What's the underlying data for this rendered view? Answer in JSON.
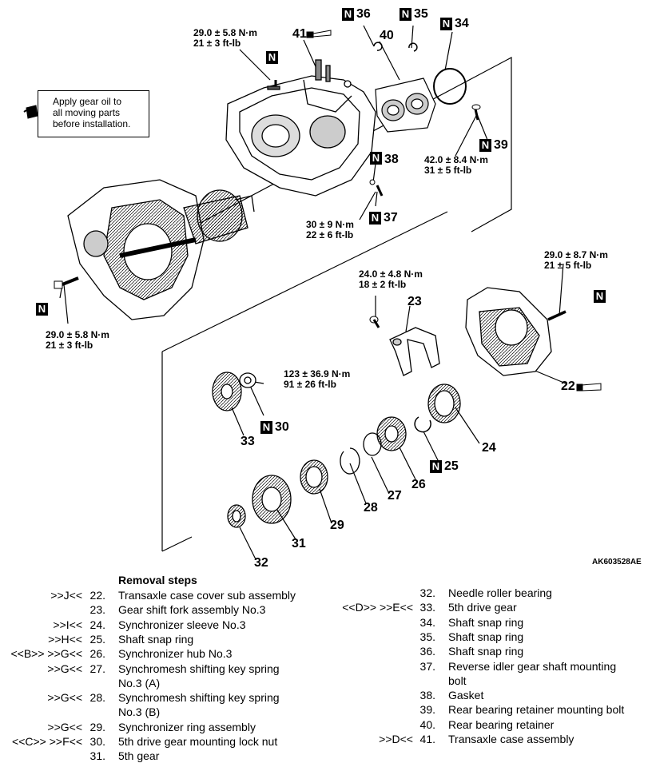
{
  "diagram": {
    "ref_code": "AK603528AE",
    "note": "Apply gear oil to\nall moving parts\nbefore installation.",
    "torques": {
      "t_top_left": "29.0 ± 5.8 N·m\n21 ± 3 ft-lb",
      "t_right_39": "42.0 ± 8.4 N·m\n31 ± 5 ft-lb",
      "t_mid_37": "30 ± 9 N·m\n22 ± 6 ft-lb",
      "t_left_bolt": "29.0 ± 5.8 N·m\n21 ± 3 ft-lb",
      "t_shift_fork": "24.0 ± 4.8 N·m\n18 ± 2 ft-lb",
      "t_case_cover": "29.0 ± 8.7 N·m\n21 ± 5 ft-lb",
      "t_lock_nut": "123 ± 36.9 N·m\n91 ± 26 ft-lb"
    },
    "n_marker": "N",
    "callouts": {
      "c22": "22",
      "c23": "23",
      "c24": "24",
      "c26": "26",
      "c27": "27",
      "c28": "28",
      "c29": "29",
      "c31": "31",
      "c32": "32",
      "c33": "33",
      "c38": "38",
      "c40": "40",
      "c41": "41"
    },
    "n_callouts": {
      "n25": "25",
      "n30": "30",
      "n34": "34",
      "n35": "35",
      "n36": "36",
      "n37": "37",
      "n39": "39"
    }
  },
  "removal": {
    "title": "Removal steps",
    "left": [
      {
        "mark": ">>J<<",
        "num": "22.",
        "text": "Transaxle case cover sub assembly"
      },
      {
        "mark": "",
        "num": "23.",
        "text": "Gear shift fork assembly No.3"
      },
      {
        "mark": ">>I<<",
        "num": "24.",
        "text": "Synchronizer sleeve No.3"
      },
      {
        "mark": ">>H<<",
        "num": "25.",
        "text": "Shaft snap ring"
      },
      {
        "mark": "<<B>> >>G<<",
        "num": "26.",
        "text": "Synchronizer hub No.3"
      },
      {
        "mark": ">>G<<",
        "num": "27.",
        "text": "Synchromesh shifting key spring"
      },
      {
        "mark": "",
        "num": "",
        "text": "No.3 (A)"
      },
      {
        "mark": ">>G<<",
        "num": "28.",
        "text": "Synchromesh shifting key spring"
      },
      {
        "mark": "",
        "num": "",
        "text": "No.3 (B)"
      },
      {
        "mark": ">>G<<",
        "num": "29.",
        "text": "Synchronizer ring assembly"
      },
      {
        "mark": "<<C>> >>F<<",
        "num": "30.",
        "text": "5th drive gear mounting lock nut"
      },
      {
        "mark": "",
        "num": "31.",
        "text": "5th gear"
      }
    ],
    "right": [
      {
        "mark": "",
        "num": "32.",
        "text": "Needle roller bearing"
      },
      {
        "mark": "<<D>> >>E<<",
        "num": "33.",
        "text": "5th drive gear"
      },
      {
        "mark": "",
        "num": "34.",
        "text": "Shaft snap ring"
      },
      {
        "mark": "",
        "num": "35.",
        "text": "Shaft snap ring"
      },
      {
        "mark": "",
        "num": "36.",
        "text": "Shaft snap ring"
      },
      {
        "mark": "",
        "num": "37.",
        "text": "Reverse idler gear shaft mounting"
      },
      {
        "mark": "",
        "num": "",
        "text": "bolt"
      },
      {
        "mark": "",
        "num": "38.",
        "text": "Gasket"
      },
      {
        "mark": "",
        "num": "39.",
        "text": "Rear bearing retainer mounting bolt"
      },
      {
        "mark": "",
        "num": "40.",
        "text": "Rear bearing retainer"
      },
      {
        "mark": ">>D<<",
        "num": "41.",
        "text": "Transaxle case assembly"
      }
    ]
  }
}
